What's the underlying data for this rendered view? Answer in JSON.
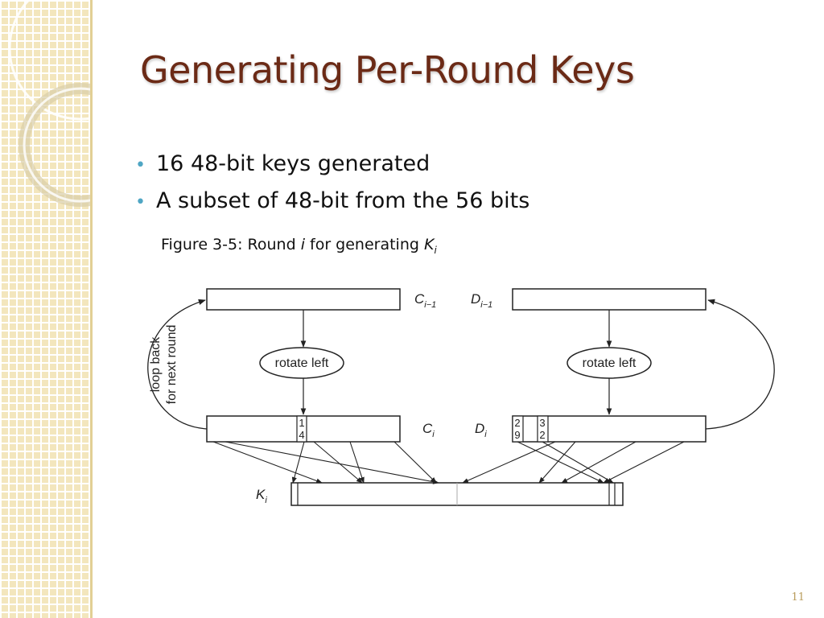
{
  "slide": {
    "title": "Generating Per-Round Keys",
    "bullets": [
      "16 48-bit keys generated",
      "A subset of 48-bit from the 56 bits"
    ],
    "page_number": "11",
    "colors": {
      "title": "#6b2a16",
      "bullet": "#4fa6c4",
      "sidebar": "#f3e6bd"
    }
  },
  "figure": {
    "caption_prefix": "Figure 3-5: Round ",
    "caption_i": "i",
    "caption_middle": " for generating ",
    "caption_K": "K",
    "caption_K_sub": "i"
  },
  "diagram": {
    "c_prev": {
      "base": "C",
      "sub": "i−1"
    },
    "d_prev": {
      "base": "D",
      "sub": "i−1"
    },
    "c_cur": {
      "base": "C",
      "sub": "i"
    },
    "d_cur": {
      "base": "D",
      "sub": "i"
    },
    "key": {
      "base": "K",
      "sub": "i"
    },
    "rotate_left_1": "rotate left",
    "rotate_left_2": "rotate left",
    "loop_back_line1": "loop back",
    "loop_back_line2": "for next round",
    "c_bit_top": "1",
    "c_bit_bottom": "4",
    "d_bit1_top": "2",
    "d_bit1_bottom": "9",
    "d_bit2_top": "3",
    "d_bit2_bottom": "2"
  }
}
